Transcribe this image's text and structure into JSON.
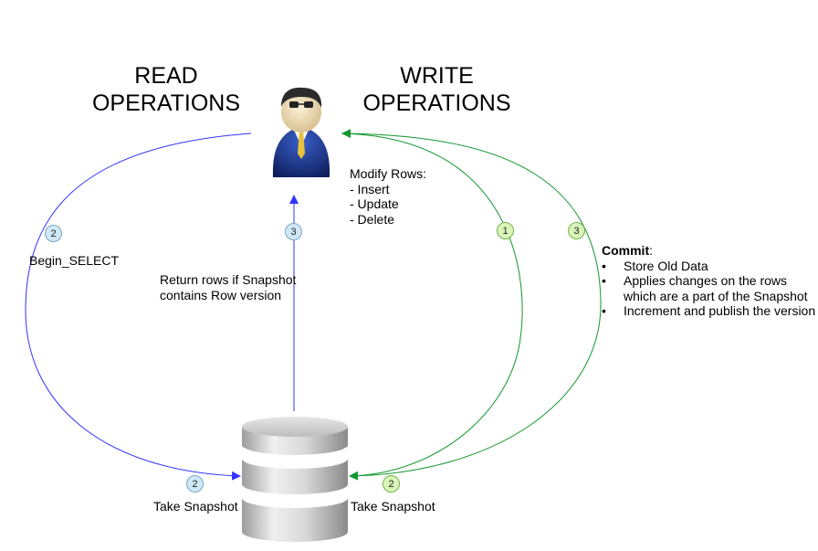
{
  "headings": {
    "read": [
      "READ",
      "OPERATIONS"
    ],
    "write": [
      "WRITE",
      "OPERATIONS"
    ]
  },
  "read_flow": {
    "step_begin_badge": "2",
    "begin_label": "Begin_SELECT",
    "return_badge": "3",
    "return_text": [
      "Return rows if Snapshot",
      "contains Row version"
    ],
    "snapshot_badge": "2",
    "snapshot_label": "Take Snapshot"
  },
  "write_flow": {
    "modify_title": "Modify Rows:",
    "modify_items": [
      "- Insert",
      "- Update",
      "- Delete"
    ],
    "step1_badge": "1",
    "step3_badge": "3",
    "snapshot_badge": "2",
    "snapshot_label": "Take Snapshot",
    "commit_title": "Commit",
    "commit_colon": ":",
    "commit_items": [
      "Store Old Data",
      "Applies changes on the rows which are a part of the Snapshot",
      "Increment and publish the version"
    ]
  },
  "icons": {
    "user": "user-avatar-icon",
    "database": "database-icon"
  },
  "colors": {
    "read_arrow": "#3333ff",
    "write_arrow": "#12962f",
    "read_badge": "#cfe8f7",
    "write_badge": "#d9f5b8"
  }
}
